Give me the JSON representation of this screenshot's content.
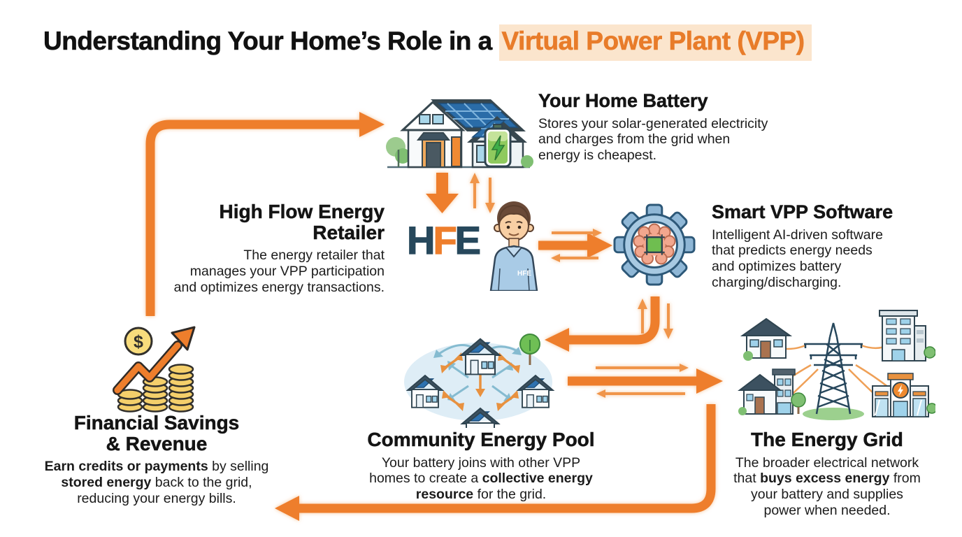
{
  "title": {
    "prefix": "Understanding Your Home’s Role in a ",
    "highlight": "Virtual Power Plant (VPP)"
  },
  "colors": {
    "accent_orange": "#ee7e2c",
    "light_orange": "#f0954a",
    "highlight_bg": "#fbe5cd",
    "highlight_text": "#e87c2a",
    "navy": "#27485c",
    "steel_blue": "#8fb7d6",
    "solar_blue": "#2a6ca8",
    "battery_green": "#6fbf4f",
    "coin_gold": "#f4cf6b",
    "text": "#1a1a1a"
  },
  "icons": {
    "home_battery": "house-with-solar-and-battery-icon",
    "retailer": "hfe-logo-and-agent-person-icon",
    "software": "gear-with-ai-brain-chip-icon",
    "community": "houses-energy-sharing-pool-icon",
    "grid": "transmission-tower-buildings-icon",
    "financial": "coin-stacks-rising-arrow-icon"
  },
  "nodes": {
    "home_battery": {
      "title": "Your Home Battery",
      "line1": "Stores your solar-generated electricity",
      "line2": "and charges from the grid when",
      "line3": "energy is cheapest."
    },
    "retailer": {
      "title_line1": "High Flow Energy",
      "title_line2": "Retailer",
      "line1": "The energy retailer that",
      "line2": "manages your VPP participation",
      "line3": "and optimizes energy transactions.",
      "logo_h": "H",
      "logo_f": "F",
      "logo_e": "E",
      "badge": "HFE"
    },
    "software": {
      "title": "Smart VPP Software",
      "line1": "Intelligent AI-driven software",
      "line2": "that predicts energy needs",
      "line3": "and optimizes battery",
      "line4": "charging/discharging."
    },
    "community": {
      "title": "Community Energy Pool",
      "line1": "Your battery joins with other VPP",
      "line2_a": "homes to create a ",
      "line2_b": "collective energy",
      "line3_b": "resource",
      "line3_a": " for the grid."
    },
    "grid": {
      "title": "The Energy Grid",
      "line1": "The broader electrical network",
      "line2_a": "that ",
      "line2_b": "buys excess energy",
      "line2_c": " from",
      "line3": "your battery and supplies",
      "line4": "power when needed."
    },
    "financial": {
      "title_line1": "Financial Savings",
      "title_line2": "& Revenue",
      "line1_b": "Earn credits or payments",
      "line1_a": " by selling",
      "line2_b": "stored energy",
      "line2_a": " back to the grid,",
      "line3": "reducing your energy bills.",
      "dollar": "$"
    }
  }
}
